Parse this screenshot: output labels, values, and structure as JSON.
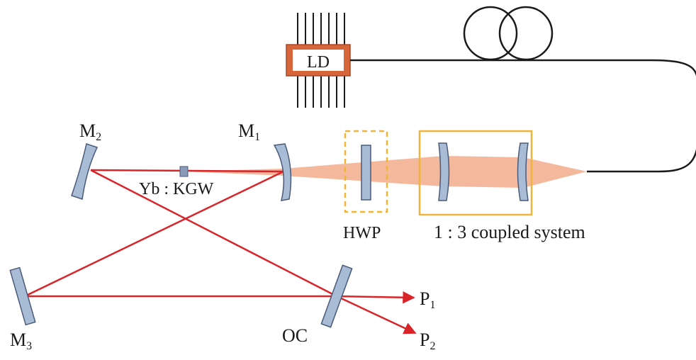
{
  "labels": {
    "ld": "LD",
    "m1": "M",
    "m1_sub": "1",
    "m2": "M",
    "m2_sub": "2",
    "m3": "M",
    "m3_sub": "3",
    "crystal": "Yb : KGW",
    "hwp": "HWP",
    "coupler": "1 : 3 coupled system",
    "oc": "OC",
    "p1": "P",
    "p1_sub": "1",
    "p2": "P",
    "p2_sub": "2"
  },
  "colors": {
    "laser_beam": "#d9252a",
    "pump_beam": "#f4b89c",
    "mirror_fill": "#a9bcd6",
    "mirror_edge": "#4a5a78",
    "ld_housing": "#d6663a",
    "box_outline": "#f0b43a",
    "fiber": "#1a1a1a"
  }
}
